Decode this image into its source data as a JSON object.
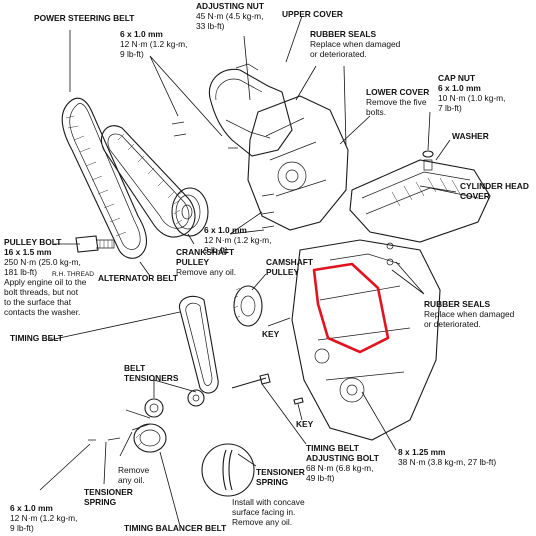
{
  "labels": {
    "power_steering_belt": "POWER STEERING BELT",
    "bolt_6x1_top": {
      "size": "6 x 1.0 mm",
      "torque": [
        "12 N·m (1.2 kg-m,",
        "9 lb-ft)"
      ]
    },
    "adjusting_nut": {
      "name": "ADJUSTING NUT",
      "torque": [
        "45 N·m (4.5 kg-m,",
        "33 lb-ft)"
      ]
    },
    "upper_cover": "UPPER COVER",
    "rubber_seals_top": {
      "name": "RUBBER SEALS",
      "note": [
        "Replace when damaged",
        "or deteriorated."
      ]
    },
    "cap_nut": {
      "name": "CAP NUT",
      "size": "6 x 1.0 mm",
      "torque": [
        "10 N·m (1.0 kg-m,",
        "7 lb-ft)"
      ]
    },
    "lower_cover": {
      "name": "LOWER COVER",
      "note": [
        "Remove the five",
        "bolts."
      ]
    },
    "washer": "WASHER",
    "cylinder_head_cover": [
      "CYLINDER HEAD",
      "COVER"
    ],
    "pulley_bolt": {
      "name": "PULLEY BOLT",
      "size": "16 x 1.5 mm",
      "torque": [
        "250 N·m (25.0 kg-m,",
        "181 lb-ft)"
      ],
      "thread_tag": "R.H. THREAD",
      "note": [
        "Apply engine oil to the",
        "bolt threads, but not",
        "to the surface that",
        "contacts the washer."
      ]
    },
    "bolt_6x1_mid": {
      "size": "6 x 1.0 mm",
      "torque": [
        "12 N·m (1.2 kg-m,",
        "9 lb-ft)"
      ]
    },
    "crankshaft_pulley": {
      "name": [
        "CRANKSHAFT",
        "PULLEY"
      ],
      "note": "Remove any oil."
    },
    "alternator_belt": "ALTERNATOR BELT",
    "camshaft_pulley": [
      "CAMSHAFT",
      "PULLEY"
    ],
    "rubber_seals_right": {
      "name": "RUBBER SEALS",
      "note": [
        "Replace when damaged",
        "or deteriorated."
      ]
    },
    "key_upper": "KEY",
    "timing_belt": "TIMING BELT",
    "belt_tensioners": [
      "BELT",
      "TENSIONERS"
    ],
    "key_lower": "KEY",
    "timing_belt_adjusting_bolt": {
      "name": [
        "TIMING BELT",
        "ADJUSTING BOLT"
      ],
      "torque": [
        "68 N·m (6.8 kg-m,",
        "49 lb-ft)"
      ]
    },
    "bolt_8x125": {
      "size": "8 x 1.25 mm",
      "torque": "38 N·m (3.8 kg-m, 27 lb-ft)"
    },
    "tensioner_spring_left": [
      "TENSIONER",
      "SPRING"
    ],
    "remove_oil_left": [
      "Remove",
      "any oil."
    ],
    "tensioner_spring_right": [
      "TENSIONER",
      "SPRING"
    ],
    "install_note": [
      "Install with concave",
      "surface facing in.",
      "Remove any oil."
    ],
    "bolt_6x1_bottom": {
      "size": "6 x 1.0 mm",
      "torque": [
        "12 N·m (1.2 kg-m,",
        "9 lb-ft)"
      ]
    },
    "timing_balancer_belt": "TIMING BALANCER BELT"
  },
  "colors": {
    "line": "#1a1a1a",
    "highlight": "#e0141e",
    "background": "#ffffff"
  }
}
